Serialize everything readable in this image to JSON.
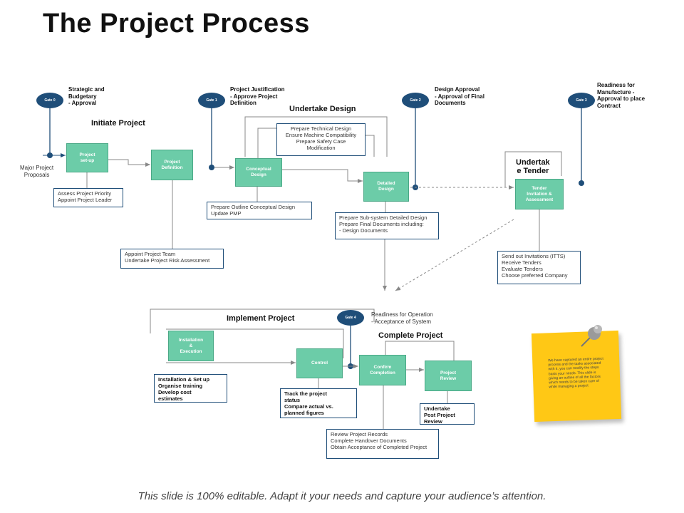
{
  "title": "The Project Process",
  "gates": [
    {
      "id": "Gate 0",
      "label": "Strategic and\nBudgetary\n- Approval"
    },
    {
      "id": "Gate 1",
      "label": "Project Justification\n- Approve Project\nDefinition"
    },
    {
      "id": "Gate 2",
      "label": "Design Approval\n- Approval of Final\nDocuments"
    },
    {
      "id": "Gate 3",
      "label": "Readiness for\nManufacture    -\nApproval to place\nContract"
    },
    {
      "id": "Gate 4",
      "label": "Readiness for Operation\n- Acceptance of System"
    }
  ],
  "phases": {
    "initiate": "Initiate Project",
    "design": "Undertake Design",
    "tender": "Undertak\ne Tender",
    "implement": "Implement Project",
    "complete": "Complete Project"
  },
  "start_label": "Major Project\nProposals",
  "boxes": {
    "setup": "Project\nset-up",
    "definition": "Project\nDefinition",
    "conceptual": "Conceptual\nDesign",
    "detailed": "Detailed\nDesign",
    "tender": "Tender\nInvitation &\nAssessment",
    "installation": "Installation\n&\nExecution",
    "control": "Control",
    "confirm": "Confirm\nCompletion",
    "review": "Project\nReview"
  },
  "notes": {
    "assess": "Assess Project Priority\nAppoint Project Leader",
    "team": "Appoint Project Team\nUndertake Project Risk Assessment",
    "technical": "Prepare Technical Design\nEnsure Machine Compatibility\nPrepare Safety Case\nModification",
    "outline": "Prepare Outline Conceptual  Design\nUpdate PMP",
    "subsystem": "Prepare Sub-system Detailed Design\nPrepare Final Documents including:\n- Design Documents",
    "invitations": "Send out Invitations  (ITTS)\nReceive Tenders\nEvaluate Tenders\nChoose  preferred Company",
    "install": "Installation  & Set up\nOrganise training\nDevelop cost\nestimates",
    "track": "Track  the project\nstatus\nCompare actual vs.\nplanned figures",
    "undertake": "Undertake\nPost Project\nReview",
    "records": "Review Project Records\nComplete Handover Documents\nObtain Acceptance  of Completed Project"
  },
  "sticky_note": "We have captured an entire project process and the tasks associated with it, you can modify the steps basis your needs. This slide is giving an outline of all the factors which needs to be taken care of while managing a project",
  "footer": "This slide is 100% editable. Adapt it your needs and capture your audience’s attention.",
  "colors": {
    "gate": "#1f4e79",
    "box": "#6ccca8",
    "sticky": "#ffc815"
  }
}
